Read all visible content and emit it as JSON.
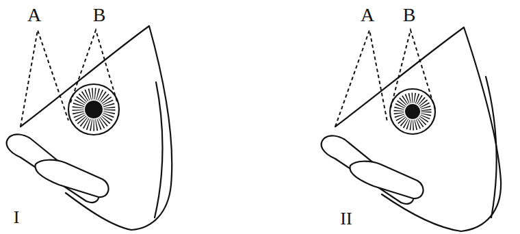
{
  "diagram": {
    "labels": [
      "A",
      "B",
      "A",
      "B",
      "I",
      "II"
    ]
  }
}
